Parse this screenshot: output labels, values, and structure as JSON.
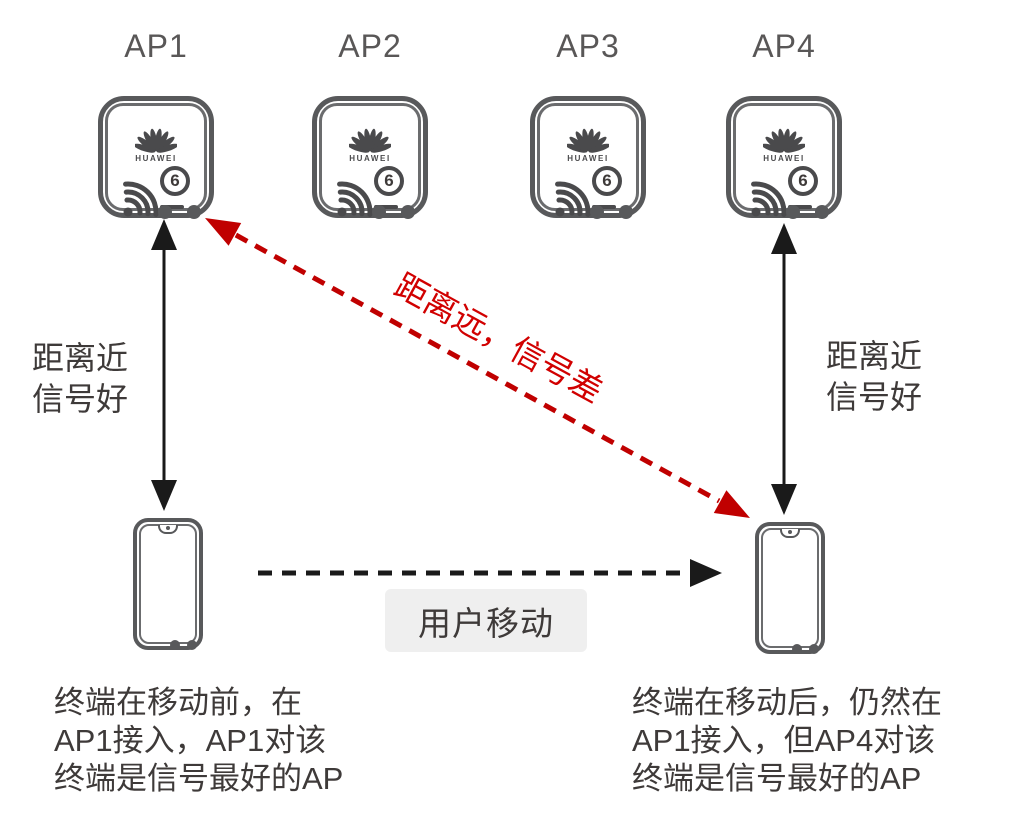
{
  "diagram": {
    "aps": [
      {
        "label": "AP1"
      },
      {
        "label": "AP2"
      },
      {
        "label": "AP3"
      },
      {
        "label": "AP4"
      }
    ],
    "ap_device": {
      "brand": "HUAWEI",
      "wifi_badge": "6"
    },
    "near_link_left": {
      "line1": "距离近",
      "line2": "信号好"
    },
    "near_link_right": {
      "line1": "距离近",
      "line2": "信号好"
    },
    "far_link_label": "距离远，信号差",
    "user_move_label": "用户移动",
    "caption_before": {
      "line1": "终端在移动前，在",
      "line2": "AP1接入，AP1对该",
      "line3": "终端是信号最好的AP"
    },
    "caption_after": {
      "line1": "终端在移动后，仍然在",
      "line2": "AP1接入，但AP4对该",
      "line3": "终端是信号最好的AP"
    },
    "colors": {
      "outline_gray": "#58595B",
      "label_gray": "#595757",
      "text_dark": "#3E3A39",
      "arrow_black": "#1A1A1A",
      "accent_red": "#C00000",
      "red_text": "#D10000",
      "move_box_gray": "#EFEFEF"
    }
  }
}
